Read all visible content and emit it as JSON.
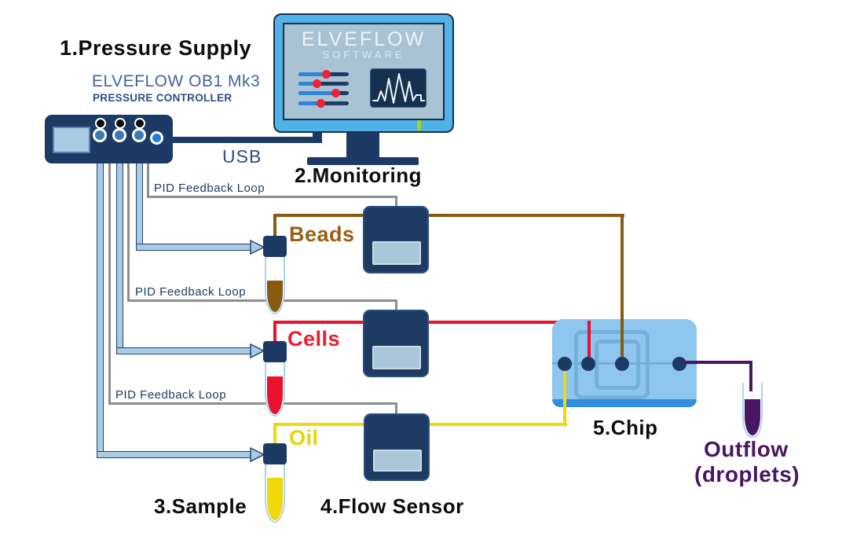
{
  "pressure_supply": {
    "title": "1.Pressure Supply",
    "model": "ELVEFLOW OB1 Mk3",
    "device_type": "PRESSURE CONTROLLER",
    "usb_label": "USB",
    "port_count": 3
  },
  "monitoring": {
    "title": "2.Monitoring",
    "screen_brand": "ELVEFLOW",
    "screen_subtitle": "SOFTWARE",
    "sliders": [
      {
        "fill": "57%"
      },
      {
        "fill": "37%"
      },
      {
        "fill": "75%"
      },
      {
        "fill": "46%"
      }
    ],
    "indicator_color": "#a6d41c"
  },
  "feedback_loops": {
    "label": "PID Feedback Loop",
    "count": 3
  },
  "samples": {
    "title": "3.Sample",
    "tubes": [
      {
        "name": "Beads",
        "label_color": "#9a6012",
        "liquid_color": "#8a5a10"
      },
      {
        "name": "Cells",
        "label_color": "#ed1b2f",
        "liquid_color": "#e8122d"
      },
      {
        "name": "Oil",
        "label_color": "#e8d400",
        "liquid_color": "#f0d80a"
      }
    ]
  },
  "flow_sensors": {
    "title": "4.Flow Sensor",
    "count": 3
  },
  "chip": {
    "title": "5.Chip",
    "port_count": 4
  },
  "outflow": {
    "title": "Outflow",
    "subtitle": "(droplets)",
    "label_color": "#4a1563",
    "liquid_color": "#471664"
  },
  "colors": {
    "device_navy": "#1c3a64",
    "monitor_frame": "#50b2e6",
    "screen_bg": "#a9c3d4",
    "tube_blue": "#a9cce6",
    "wire_gray": "#8d8d8d",
    "brown_line": "#8a5a10",
    "red_line": "#e8122d",
    "yellow_line": "#f0d80a",
    "purple_line": "#471664",
    "chip_blue": "#8fc6ef",
    "chip_channel": "#72b0da",
    "slider_blue": "#2e86d6",
    "slider_red": "#ee2233",
    "text_navy": "#2c4d85"
  }
}
